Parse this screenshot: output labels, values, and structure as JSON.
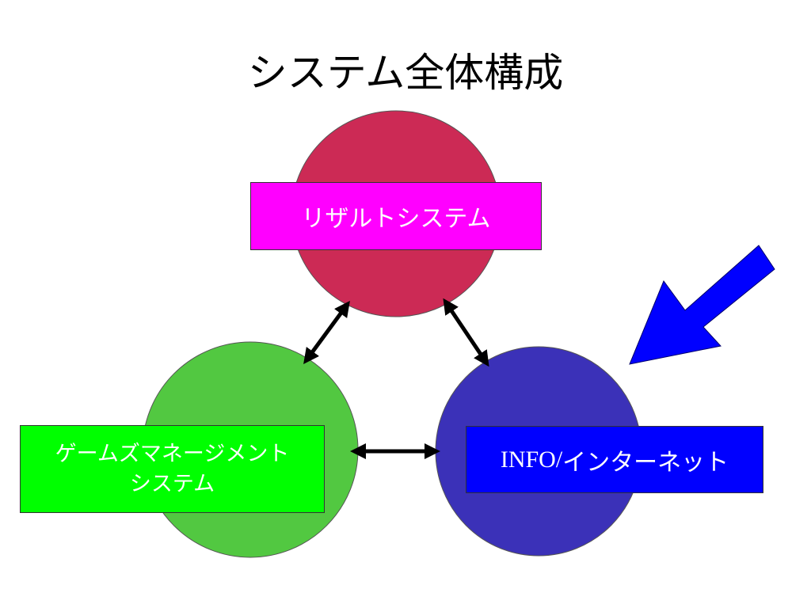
{
  "title": "システム全体構成",
  "nodes": {
    "result": {
      "label": "リザルトシステム",
      "circle_color": "#cc2a55",
      "box_color": "#ff00ff"
    },
    "game": {
      "label_line1": "ゲームズマネージメント",
      "label_line2": "システム",
      "circle_color": "#52c841",
      "box_color": "#00ff00"
    },
    "info": {
      "label_prefix": "INFO/",
      "label_suffix": "インターネット",
      "circle_color": "#3b31b8",
      "box_color": "#0000ff"
    }
  },
  "arrows": [
    "result-game (bidirectional)",
    "result-info (bidirectional)",
    "game-info (bidirectional)"
  ],
  "pointer_arrow_color": "#0000ff"
}
